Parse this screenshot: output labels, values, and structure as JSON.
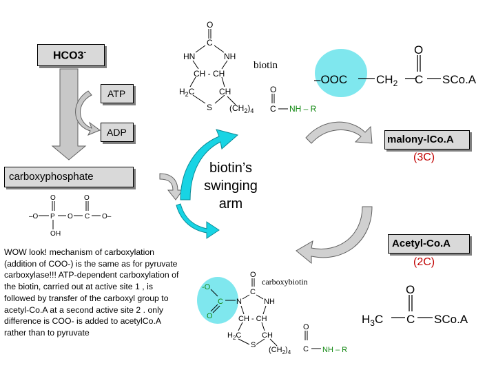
{
  "colors": {
    "cyan_highlight": "#7fe7ee",
    "arrow_cyan": "#18d4e4",
    "arrow_gray": "#c8c8c8",
    "box_gray": "#d9d9d9",
    "accent_red": "#c00000",
    "green": "#118811"
  },
  "boxes": {
    "hco3": "HCO3",
    "hco3_sup": "-",
    "atp": "ATP",
    "adp": "ADP",
    "carboxyphosphate": "carboxyphosphate",
    "malonyl": "malony-lCo.A",
    "acetyl": "Acetyl-Co.A"
  },
  "carbons": {
    "malonyl": "(3C)",
    "acetyl": "(2C)"
  },
  "labels": {
    "biotin": "biotin",
    "carboxybiotin": "carboxybiotin",
    "swinging_arm": "biotin’s swinging arm"
  },
  "note": "WOW look! mechanism of carboxylation (addition of COO-) is the same as for pyruvate carboxylase!!! ATP-dependent carboxylation of the biotin, carried out at active site 1 , is followed by transfer of the carboxyl group to acetyl-Co.A at a second active site 2 . only difference is COO- is added to acetylCo.A rather than to pyruvate",
  "structures": {
    "biotin": {
      "O": "O",
      "C": "C",
      "HN": "HN",
      "NH": "NH",
      "CH": "CH",
      "H2C": "H2C",
      "S": "S",
      "CH2_4": "(CH2)4",
      "O2": "O",
      "C2": "C",
      "NHR": "NH – R"
    },
    "carboxybiotin": {
      "O_minus": "-O",
      "C_left": "C",
      "O_left": "O",
      "N": "N",
      "O": "O",
      "C": "C",
      "NH": "NH",
      "CH": "CH",
      "H2C": "H2C",
      "S": "S",
      "CH2_4": "(CH2)4",
      "O2": "O",
      "C2": "C",
      "NHR": "NH – R"
    },
    "malonyl": {
      "OOC": "–OOC",
      "CH2": "CH2",
      "C": "C",
      "O": "O",
      "SCoA": "SCo.A"
    },
    "acetyl": {
      "H3C": "H3C",
      "C": "C",
      "O": "O",
      "SCoA": "SCo.A"
    },
    "phosphate": {
      "O_top1": "O",
      "O_top2": "O",
      "O_minus_left": "–O",
      "P": "P",
      "O_mid": "O",
      "C": "C",
      "O_minus_right": "O–",
      "O_bottom": "O",
      "H": "H"
    }
  }
}
